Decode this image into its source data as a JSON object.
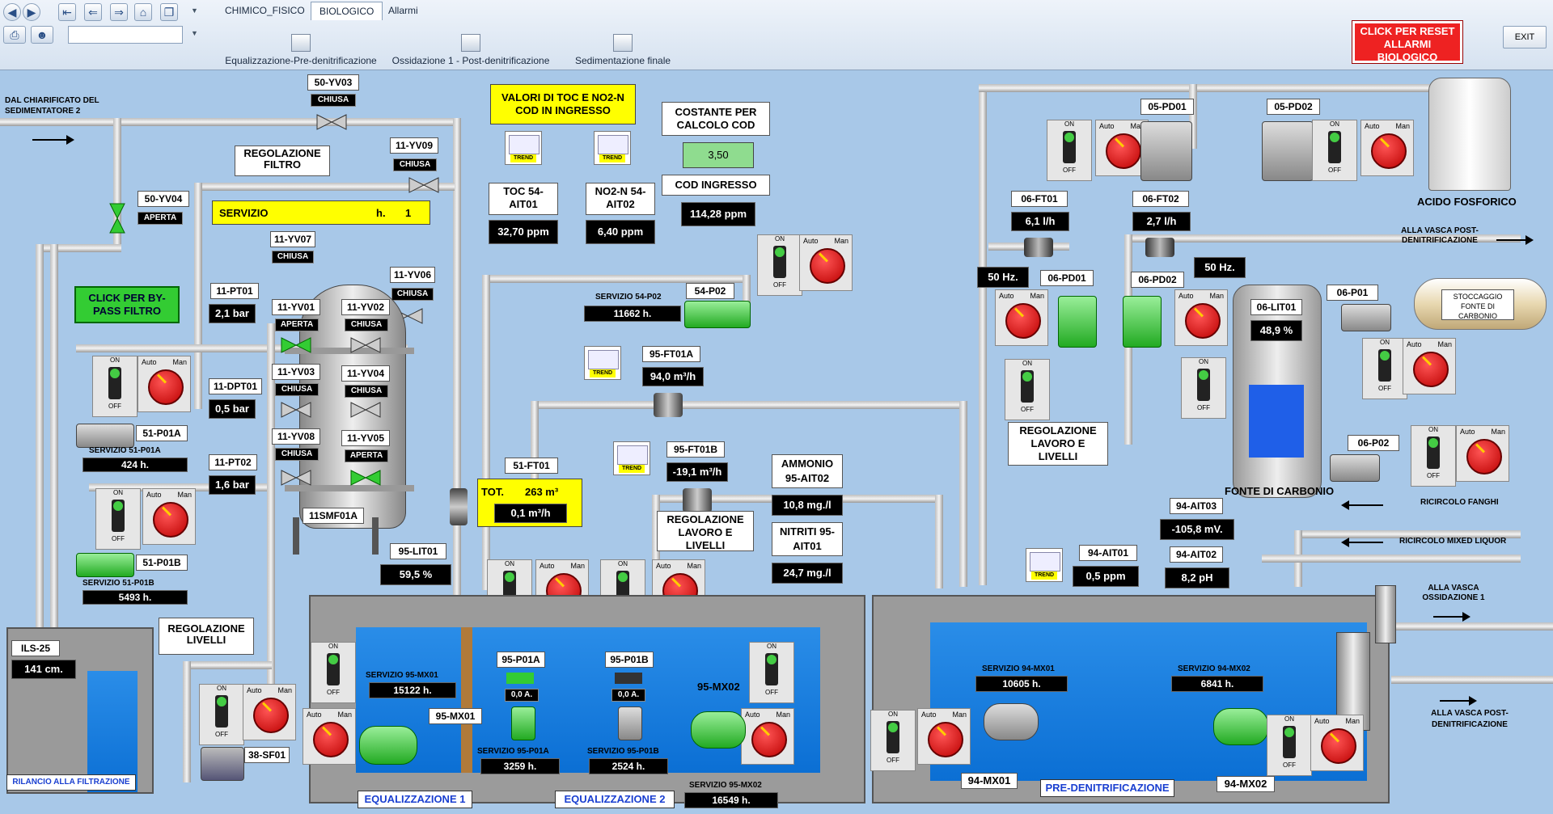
{
  "tabs": [
    "CHIMICO_FISICO",
    "BIOLOGICO",
    "Allarmi"
  ],
  "nav": [
    "Equalizzazione-Pre-denitrificazione",
    "Ossidazione 1 - Post-denitrificazione",
    "Sedimentazione finale"
  ],
  "reset": "CLICK PER RESET ALLARMI BIOLOGICO",
  "exit": "EXIT",
  "left": {
    "dal": "DAL CHIARIFICATO DEL SEDIMENTATORE 2",
    "yv03": "50-YV03",
    "yv03s": "CHIUSA",
    "yv04": "50-YV04",
    "yv04s": "APERTA",
    "reg_filtro": "REGOLAZIONE FILTRO",
    "yv09": "11-YV09",
    "yv09s": "CHIUSA",
    "servizio": "SERVIZIO",
    "servizio_h": "h.",
    "servizio_n": "1",
    "bypass": "CLICK PER BY-PASS FILTRO",
    "yv07": "11-YV07",
    "yv07s": "CHIUSA",
    "pt01": "11-PT01",
    "pt01v": "2,1 bar",
    "yv06": "11-YV06",
    "yv06s": "CHIUSA",
    "yv01": "11-YV01",
    "yv01s": "APERTA",
    "yv02": "11-YV02",
    "yv02s": "CHIUSA",
    "yv03b": "11-YV03",
    "yv03bs": "CHIUSA",
    "yv04b": "11-YV04",
    "yv04bs": "CHIUSA",
    "dpt01": "11-DPT01",
    "dpt01v": "0,5 bar",
    "yv08": "11-YV08",
    "yv08s": "CHIUSA",
    "yv05": "11-YV05",
    "yv05s": "APERTA",
    "pt02": "11-PT02",
    "pt02v": "1,6 bar",
    "smf": "11SMF01A",
    "p01a": "51-P01A",
    "p01a_s": "SERVIZIO 51-P01A",
    "p01a_h": "424 h.",
    "p01b": "51-P01B",
    "p01b_s": "SERVIZIO 51-P01B",
    "p01b_h": "5493 h.",
    "ils": "ILS-25",
    "ilsv": "141 cm.",
    "rilancio": "RILANCIO ALLA FILTRAZIONE",
    "reg_livelli": "REGOLAZIONE LIVELLI",
    "sf01": "38-SF01"
  },
  "center": {
    "valori": "VALORI DI  TOC E NO2-N COD IN INGRESSO",
    "costante": "COSTANTE PER CALCOLO COD",
    "costante_v": "3,50",
    "cod": "COD INGRESSO",
    "cod_v": "114,28 ppm",
    "toc": "TOC 54-AIT01",
    "toc_v": "32,70 ppm",
    "no2": "NO2-N 54-AIT02",
    "no2_v": "6,40 ppm",
    "trend": "TREND",
    "serv54": "SERVIZIO 54-P02",
    "serv54_h": "11662 h.",
    "p02": "54-P02",
    "ft01a": "95-FT01A",
    "ft01a_v": "94,0 m³/h",
    "ft01b": "95-FT01B",
    "ft01b_v": "-19,1 m³/h",
    "ft01": "51-FT01",
    "tot": "TOT.",
    "tot_v": "263 m³",
    "ft01_v": "0,1 m³/h",
    "reg_lav": "REGOLAZIONE LAVORO E LIVELLI",
    "amm": "AMMONIO 95-AIT02",
    "amm_v": "10,8 mg./l",
    "nit": "NITRITI 95-AIT01",
    "nit_v": "24,7 mg./l",
    "lit01": "95-LIT01",
    "lit01_v": "59,5 %",
    "mx01_s": "SERVIZIO 95-MX01",
    "mx01_h": "15122 h.",
    "mx01": "95-MX01",
    "p01a": "95-P01A",
    "p01a_a": "0,0 A.",
    "p01a_s": "SERVIZIO 95-P01A",
    "p01a_h": "3259 h.",
    "p01b": "95-P01B",
    "p01b_a": "0,0 A.",
    "p01b_s": "SERVIZIO 95-P01B",
    "p01b_h": "2524 h.",
    "mx02": "95-MX02",
    "mx02_s": "SERVIZIO 95-MX02",
    "mx02_h": "16549 h.",
    "eq1": "EQUALIZZAZIONE 1",
    "eq2": "EQUALIZZAZIONE 2"
  },
  "right": {
    "pd01": "05-PD01",
    "pd02": "05-PD02",
    "acido": "ACIDO FOSFORICO",
    "ft01": "06-FT01",
    "ft01_v": "6,1 l/h",
    "ft02": "06-FT02",
    "ft02_v": "2,7 l/h",
    "hz1": "50 Hz.",
    "hz2": "50 Hz.",
    "pd01b": "06-PD01",
    "pd02b": "06-PD02",
    "alla_post": "ALLA VASCA POST-DENITRIFICAZIONE",
    "stoccaggio": "STOCCAGGIO FONTE DI CARBONIO",
    "p01": "06-P01",
    "lit01": "06-LIT01",
    "lit01_v": "48,9 %",
    "reg": "REGOLAZIONE LAVORO E LIVELLI",
    "fonte": "FONTE DI CARBONIO",
    "p02": "06-P02",
    "ricircolo_f": "RICIRCOLO FANGHI",
    "ait03": "94-AIT03",
    "ait03_v": "-105,8 mV.",
    "ricircolo_m": "RICIRCOLO MIXED LIQUOR",
    "ait01": "94-AIT01",
    "ait01_v": "0,5 ppm",
    "ait02": "94-AIT02",
    "ait02_v": "8,2 pH",
    "oss1": "ALLA VASCA OSSIDAZIONE 1",
    "post2": "ALLA VASCA POST-DENITRIFICAZIONE",
    "mx01_s": "SERVIZIO 94-MX01",
    "mx01_h": "10605 h.",
    "mx02_s": "SERVIZIO 94-MX02",
    "mx02_h": "6841 h.",
    "mx01": "94-MX01",
    "mx02": "94-MX02",
    "pre": "PRE-DENITRIFICAZIONE"
  },
  "panel": {
    "on": "ON",
    "off": "OFF",
    "auto": "Auto",
    "man": "Man"
  }
}
